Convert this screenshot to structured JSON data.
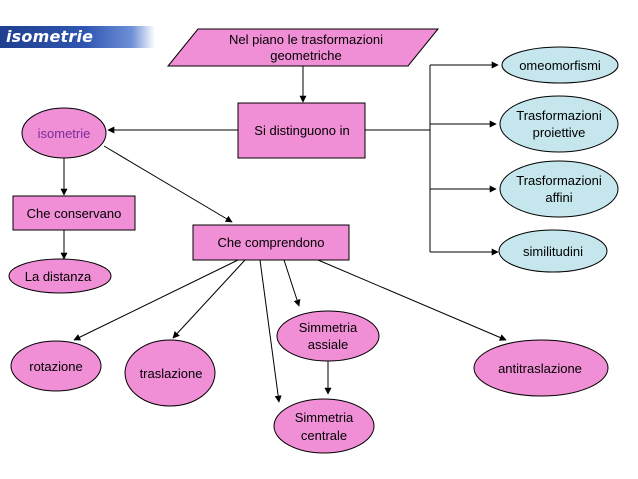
{
  "header": {
    "title": "isometrie"
  },
  "colors": {
    "pink": "#f08ed6",
    "blue": "#c4e6ec",
    "header": "#2a4ea6",
    "stroke": "#000000",
    "label_purple": "#7a2c99"
  },
  "nodes": {
    "piano": [
      "Nel piano le trasformazioni",
      "geometriche"
    ],
    "distinguono": [
      "Si distinguono in"
    ],
    "isometrie": [
      "isometrie"
    ],
    "conservano": [
      "Che conservano"
    ],
    "distanza": [
      "La distanza"
    ],
    "comprendono": [
      "Che comprendono"
    ],
    "rotazione": [
      "rotazione"
    ],
    "traslazione": [
      "traslazione"
    ],
    "simm_assiale": [
      "Simmetria",
      "assiale"
    ],
    "simm_centrale": [
      "Simmetria",
      "centrale"
    ],
    "antitraslazione": [
      "antitraslazione"
    ],
    "omeomorfismi": [
      "omeomorfismi"
    ],
    "proiettive": [
      "Trasformazioni",
      "proiettive"
    ],
    "affini": [
      "Trasformazioni",
      "affini"
    ],
    "similitudini": [
      "similitudini"
    ]
  }
}
